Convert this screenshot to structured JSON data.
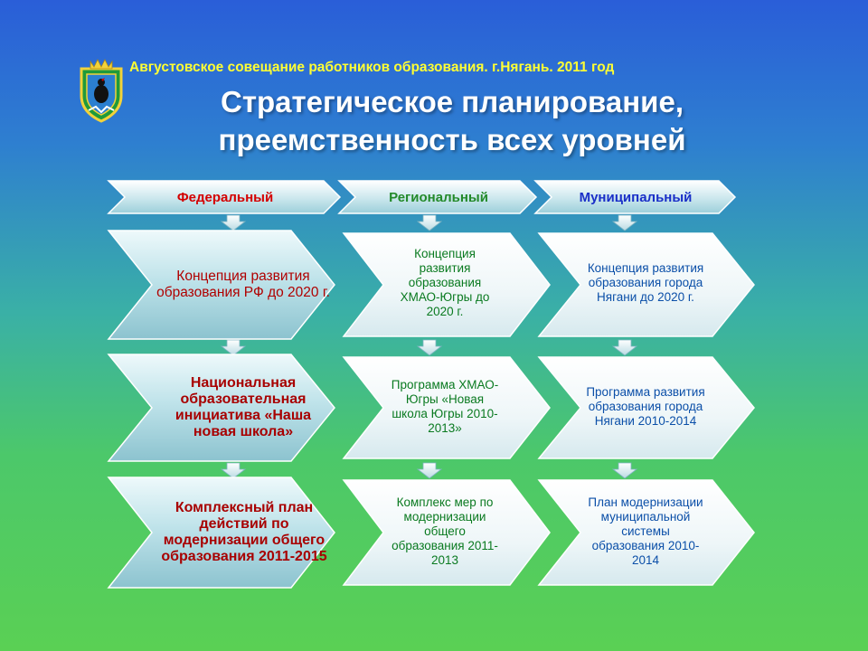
{
  "header": {
    "subtitle": "Августовское совещание работников образования. г.Нягань. 2011 год",
    "title_line1": "Стратегическое планирование,",
    "title_line2": "преемственность всех уровней"
  },
  "columns": [
    {
      "label": "Федеральный",
      "color": "#d40000",
      "items": [
        "Концепция развития образования РФ до 2020 г.",
        "Национальная образовательная инициатива «Наша новая школа»",
        "Комплексный план действий по модернизации общего образования 2011-2015"
      ]
    },
    {
      "label": "Региональный",
      "color": "#238a2a",
      "items": [
        "Концепция развития образования ХМАО-Югры до 2020 г.",
        "Программа ХМАО-Югры «Новая школа Югры 2010-2013»",
        "Комплекс мер по модернизации общего образования 2011-2013"
      ]
    },
    {
      "label": "Муниципальный",
      "color": "#1a2fc8",
      "items": [
        "Концепция развития образования города Нягани до 2020 г.",
        "Программа развития образования города Нягани 2010-2014",
        "План модернизации муниципальной системы образования 2010-2014"
      ]
    }
  ],
  "icons": {
    "emblem": "coat-of-arms-icon",
    "connector": "down-arrow-icon"
  }
}
